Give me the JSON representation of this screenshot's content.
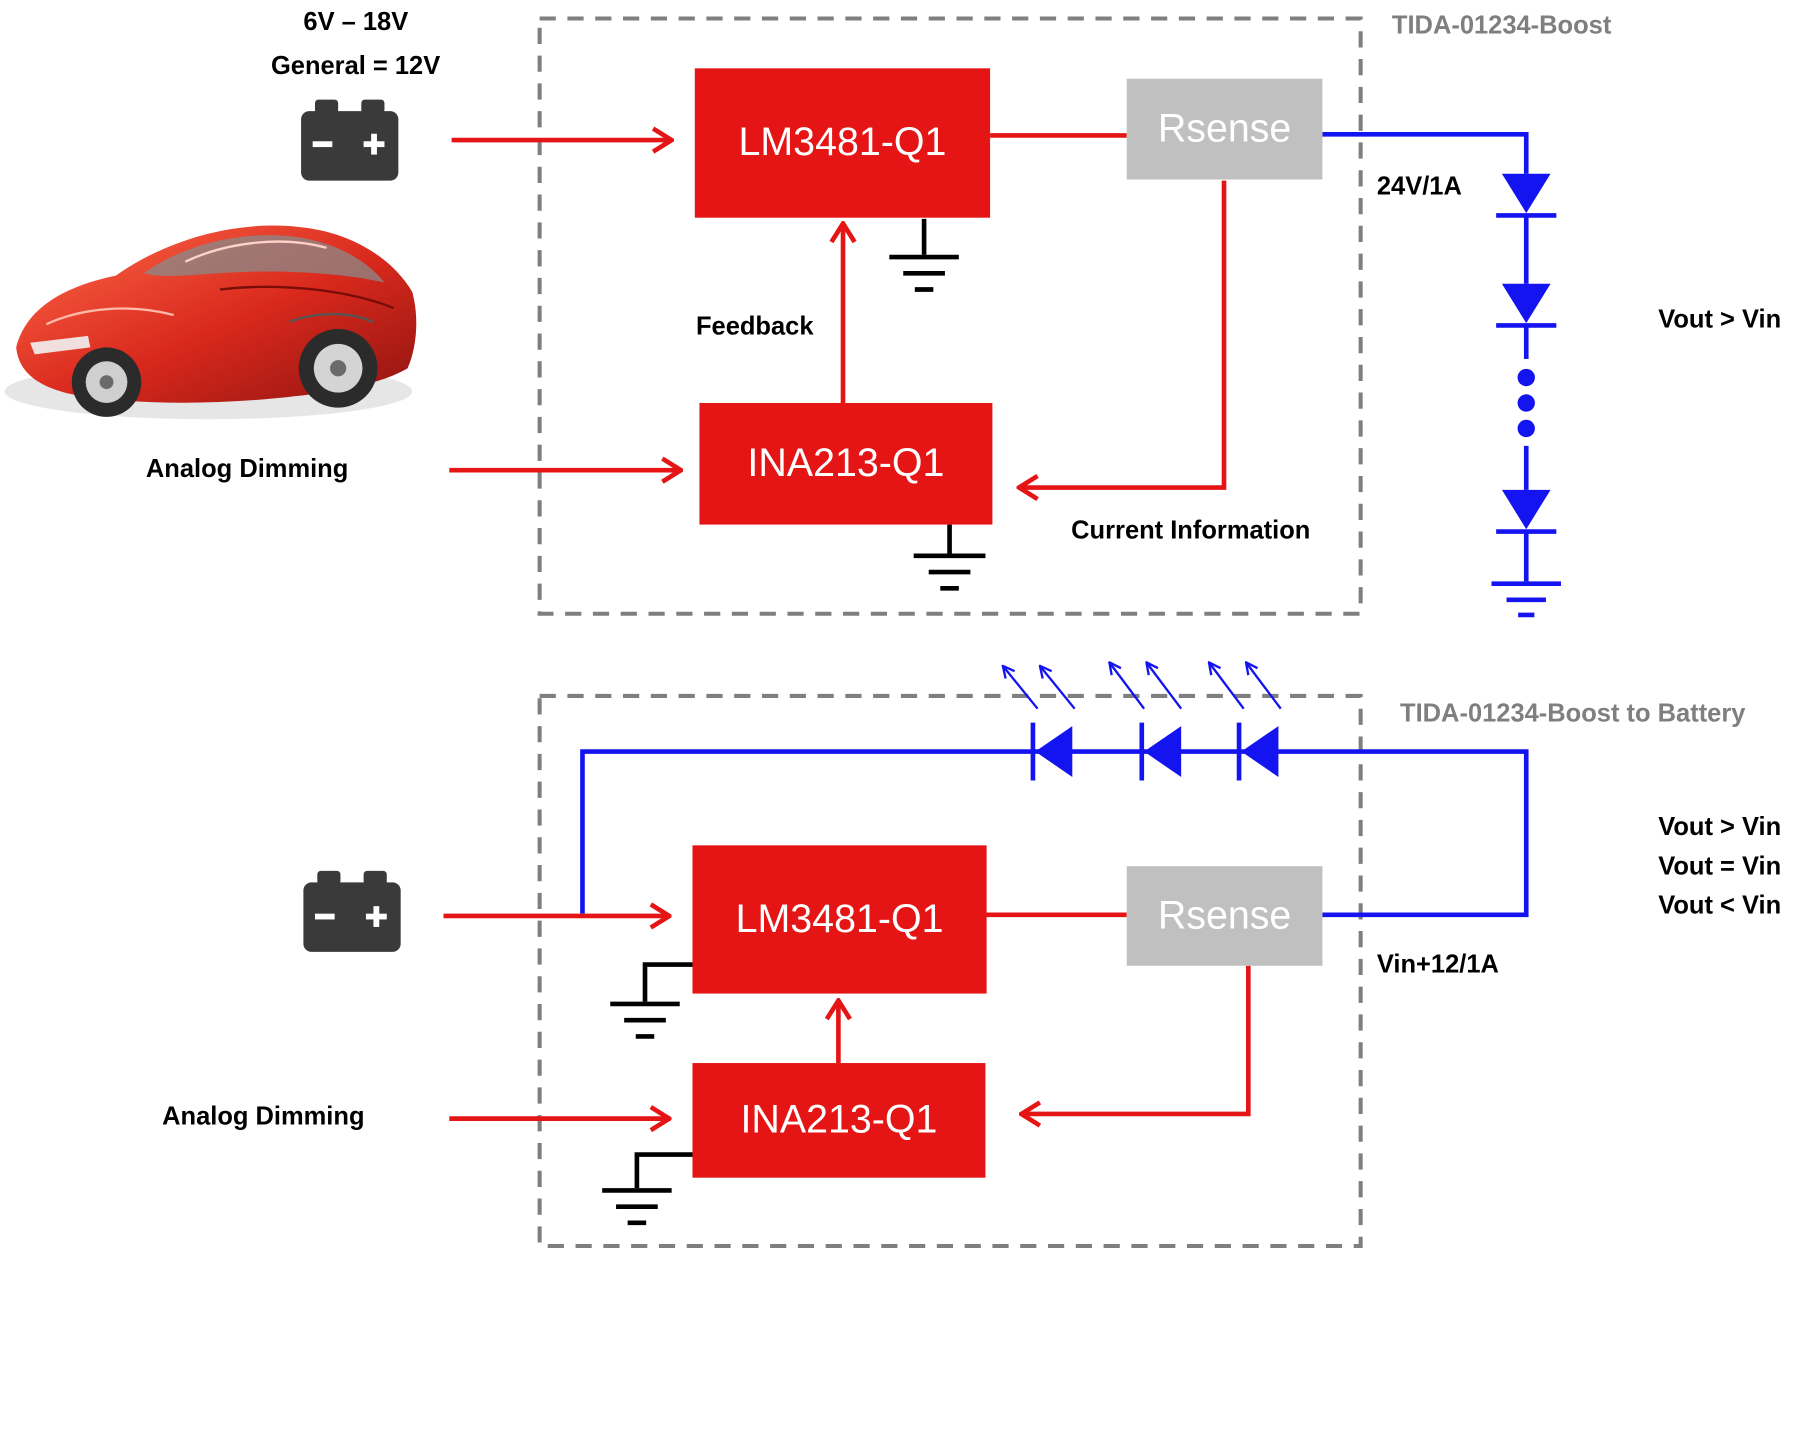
{
  "top": {
    "title": "TIDA-01234-Boost",
    "input_range": "6V – 18V",
    "input_general": "General = 12V",
    "controller": "LM3481-Q1",
    "amplifier": "INA213-Q1",
    "sense": "Rsense",
    "feedback_label": "Feedback",
    "dimming_label": "Analog Dimming",
    "current_label": "Current Information",
    "output_rating": "24V/1A",
    "relation": "Vout > Vin"
  },
  "bottom": {
    "title": "TIDA-01234-Boost to Battery",
    "controller": "LM3481-Q1",
    "amplifier": "INA213-Q1",
    "sense": "Rsense",
    "dimming_label": "Analog Dimming",
    "output_rating": "Vin+12/1A",
    "relations": [
      "Vout > Vin",
      "Vout = Vin",
      "Vout < Vin"
    ]
  },
  "icons": [
    "battery-icon",
    "car-image",
    "ground-icon",
    "led-icon",
    "light-emission-icon"
  ],
  "colors": {
    "control_path": "#e51515",
    "led_path": "#1414f0",
    "sense_block": "#c0c0c0",
    "boundary": "#7f7f7f",
    "battery": "#3a3a3a"
  }
}
